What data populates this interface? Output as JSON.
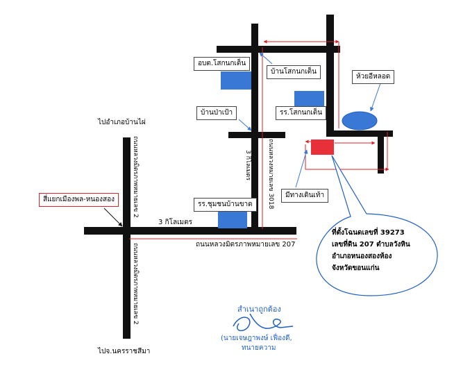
{
  "labels": {
    "to_ban_phai": "ไปอำเภอบ้านไผ่",
    "to_nakhon_ratchasima": "ไปจ.นครราชสีมา",
    "junction": "สี่แยกเมืองพล-หนองสอง",
    "distance_west": "3 กิโลเมตร",
    "distance_north": "3 กิโลเมตร",
    "highway_2_upper": "ถนนหลวงมิตรภาพหมายเลข 2",
    "highway_2_lower": "ถนนหลวงมิตรภาพหมายเลข 2",
    "highway_207": "ถนนหลวงมิตรภาพหมายเลข 207",
    "highway_3018": "ถนนหลวงหมายเลข 3018"
  },
  "places": {
    "obt": "อบต.โสกนกเต็น",
    "ban_sok_nok_ten": "บ้านโสกนกเต็น",
    "huai_i_lot": "ห้วยอีหลอด",
    "ban_pa_pao": "บ้านป่าเป้า",
    "school_sok_nok_ten": "รร.โสกนกเต็น",
    "school_ban_khat": "รร.ชุมชนบ้านขาด",
    "footpath": "มีทางเดินเท้า"
  },
  "parcel": {
    "line1": "ที่ตั้งโฉนดเลขที่ 39273",
    "line2": "เลขที่ดิน 207  ตำบลวังหิน",
    "line3": "อำเภอหนองสองห้อง",
    "line4": "จังหวัดขอนแก่น"
  },
  "certification": {
    "title": "สำเนาถูกต้อง",
    "name": "(นายเจษฎาพงษ์  เฟื่องดี,",
    "role": "ทนายความ"
  },
  "colors": {
    "road": "#111111",
    "building": "#3a78d6",
    "pond": "#3a78d6",
    "parcel": "#e8303a",
    "boundary": "#e0202a",
    "callout_border": "#1f5fc4",
    "arrow": "#3a78d6"
  }
}
